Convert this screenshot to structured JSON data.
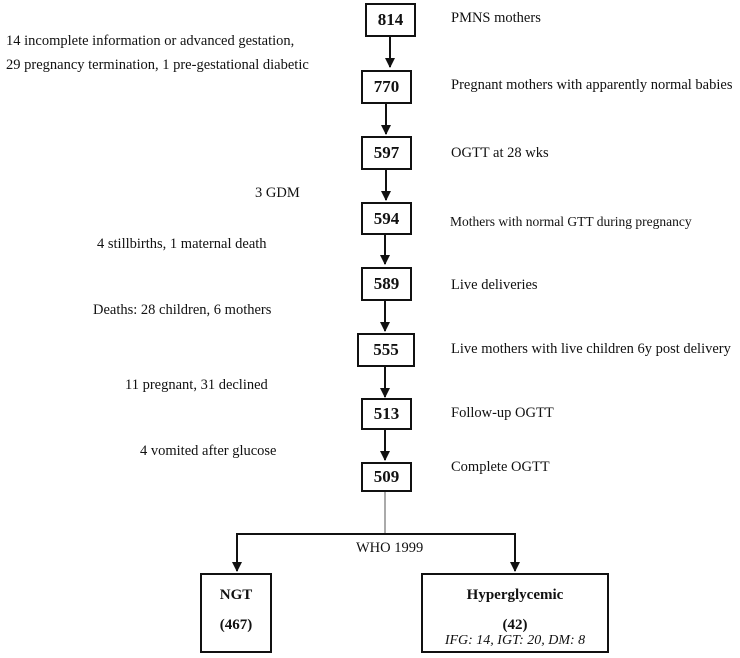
{
  "steps": [
    {
      "count": "814",
      "label": "PMNS mothers"
    },
    {
      "count": "770",
      "label": "Pregnant mothers with apparently normal babies"
    },
    {
      "count": "597",
      "label": "OGTT at 28 wks"
    },
    {
      "count": "594",
      "label": "Mothers with normal GTT during pregnancy"
    },
    {
      "count": "589",
      "label": "Live deliveries"
    },
    {
      "count": "555",
      "label": "Live mothers with live children 6y post delivery"
    },
    {
      "count": "513",
      "label": "Follow-up OGTT"
    },
    {
      "count": "509",
      "label": "Complete OGTT"
    }
  ],
  "exclusions": [
    {
      "line1": "14 incomplete information or advanced gestation,",
      "line2": "29 pregnancy termination, 1 pre-gestational diabetic"
    },
    {
      "line1": "3 GDM"
    },
    {
      "line1": "4 stillbirths, 1 maternal death"
    },
    {
      "line1": "Deaths: 28 children, 6 mothers"
    },
    {
      "line1": "11 pregnant, 31 declined"
    },
    {
      "line1": "4 vomited after glucose"
    }
  ],
  "split_label": "WHO 1999",
  "outcomes": {
    "ngt": {
      "title": "NGT",
      "count": "(467)"
    },
    "hyperglycemic": {
      "title": "Hyperglycemic",
      "count": "(42)",
      "detail": "IFG: 14, IGT: 20, DM: 8"
    }
  }
}
